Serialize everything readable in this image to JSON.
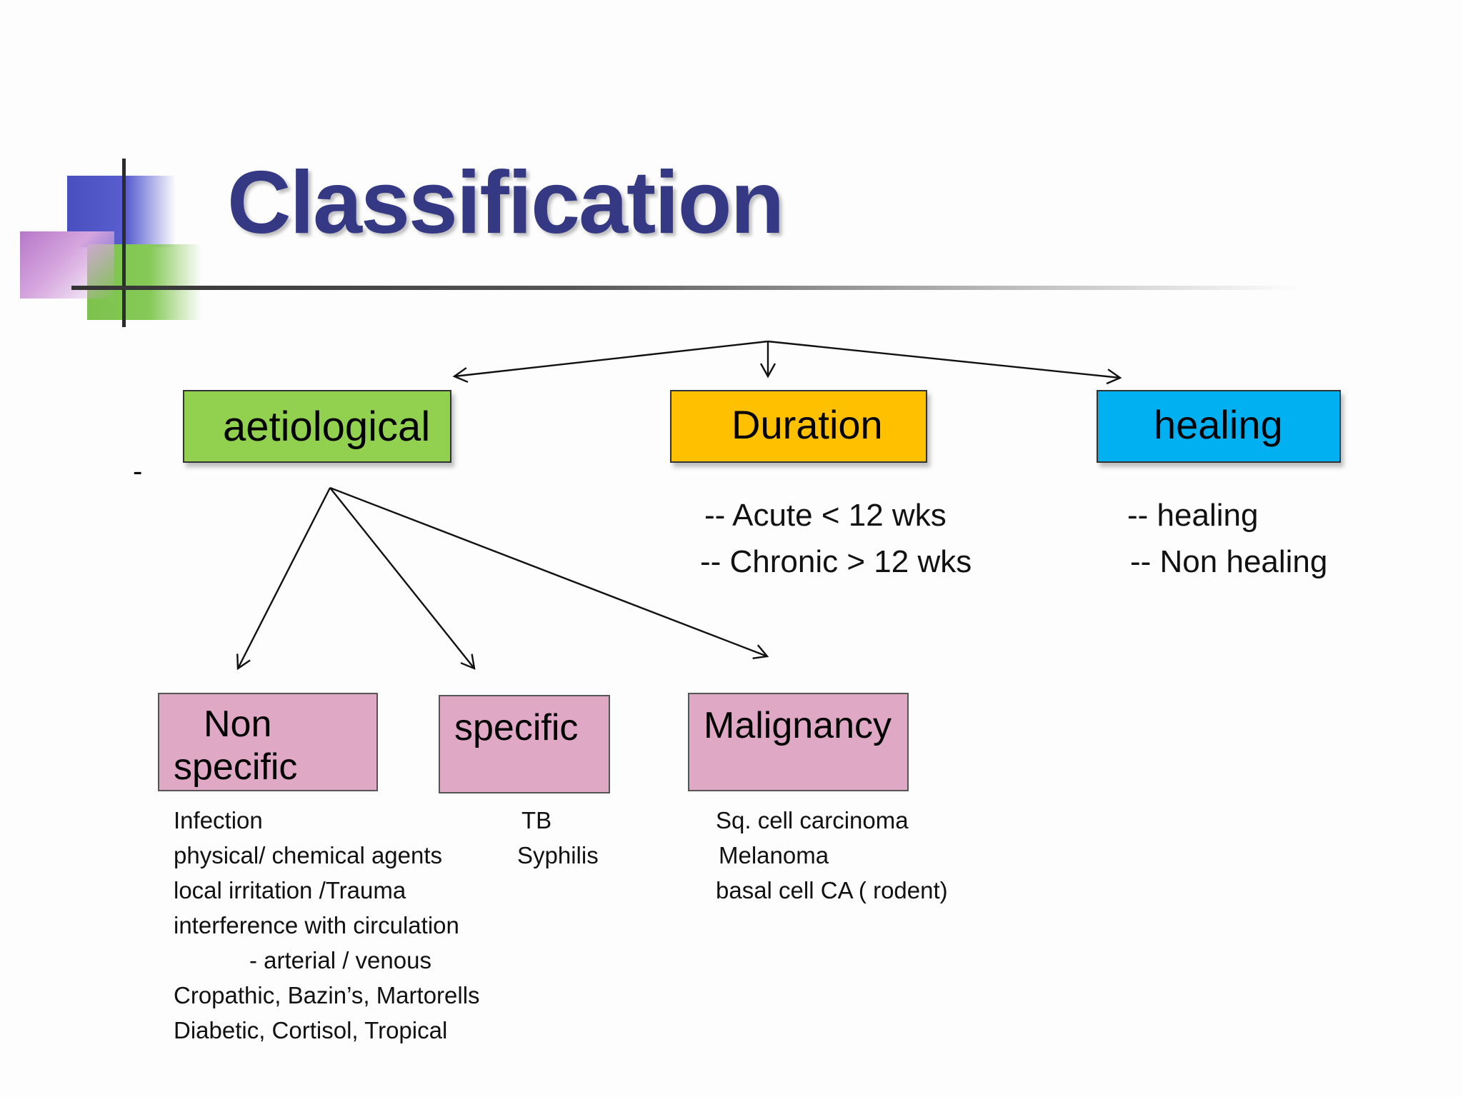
{
  "title": "Classification",
  "stray_mark": "-",
  "categories": {
    "aetiological": "aetiological",
    "duration": "Duration",
    "healing": "healing"
  },
  "duration_items": [
    "-- Acute < 12 wks",
    "-- Chronic > 12 wks"
  ],
  "healing_items": [
    "-- healing",
    "-- Non healing"
  ],
  "subcategories": {
    "non_specific": [
      "Non",
      "specific"
    ],
    "specific": "specific",
    "malignancy": "Malignancy"
  },
  "non_specific_items": [
    "Infection",
    "physical/ chemical agents",
    "local irritation /Trauma",
    "interference with circulation",
    "- arterial / venous",
    "Cropathic, Bazin’s, Martorells",
    "Diabetic, Cortisol, Tropical"
  ],
  "specific_items": [
    "TB",
    "Syphilis"
  ],
  "malignancy_items": [
    "Sq. cell carcinoma",
    "Melanoma",
    "basal cell CA ( rodent)"
  ],
  "colors": {
    "title": "#353883",
    "aetiological": "#92d050",
    "duration": "#ffc000",
    "healing": "#00b0f0",
    "subcategory": "#dfa9c5"
  }
}
